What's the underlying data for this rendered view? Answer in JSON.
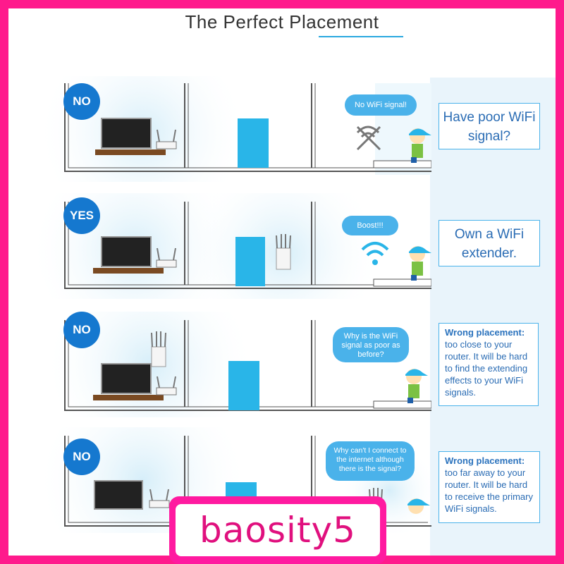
{
  "title": "The Perfect Placement",
  "rows": [
    {
      "badge": "NO",
      "bubble": "No WiFi signal!",
      "info_plain": "Have poor WiFi signal?"
    },
    {
      "badge": "YES",
      "bubble": "Boost!!!",
      "info_plain": "Own a WiFi extender."
    },
    {
      "badge": "NO",
      "bubble": "Why is the WiFi signal as poor as before?",
      "info_head": "Wrong placement:",
      "info_body": "too close to your router. It will be hard to find the extending effects to your WiFi signals."
    },
    {
      "badge": "NO",
      "bubble": "Why can't I connect to the internet although there is the signal?",
      "info_head": "Wrong placement:",
      "info_body": "too far away to your router. It will be hard to receive the primary WiFi signals."
    }
  ],
  "watermark": "baosity5",
  "colors": {
    "accent_blue": "#1578cf",
    "bubble_blue": "#4ab2ea",
    "door_blue": "#29b5e8",
    "frame_pink": "#ff1a8c",
    "text_blue": "#2a6cb4"
  }
}
